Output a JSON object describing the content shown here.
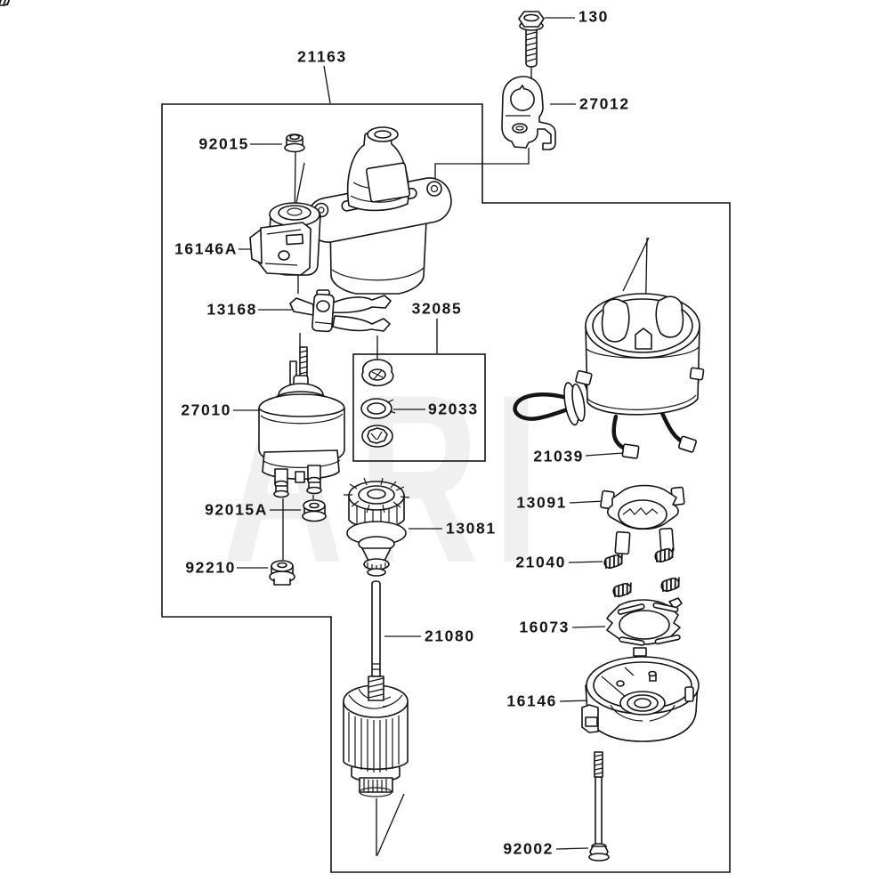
{
  "diagram": {
    "watermark": "ARI",
    "ink_color": "#141414",
    "watermark_color": "#f0f0f0",
    "labels": {
      "p130": "130",
      "p27012": "27012",
      "p21163": "21163",
      "p92015": "92015",
      "p16146a": "16146A",
      "p13168": "13168",
      "p32085": "32085",
      "p27010": "27010",
      "p92033": "92033",
      "p92015a": "92015A",
      "p92210": "92210",
      "p13081": "13081",
      "p21080": "21080",
      "p21039": "21039",
      "p13091": "13091",
      "p21040": "21040",
      "p16073": "16073",
      "p16146": "16146",
      "p92002": "92002"
    }
  }
}
